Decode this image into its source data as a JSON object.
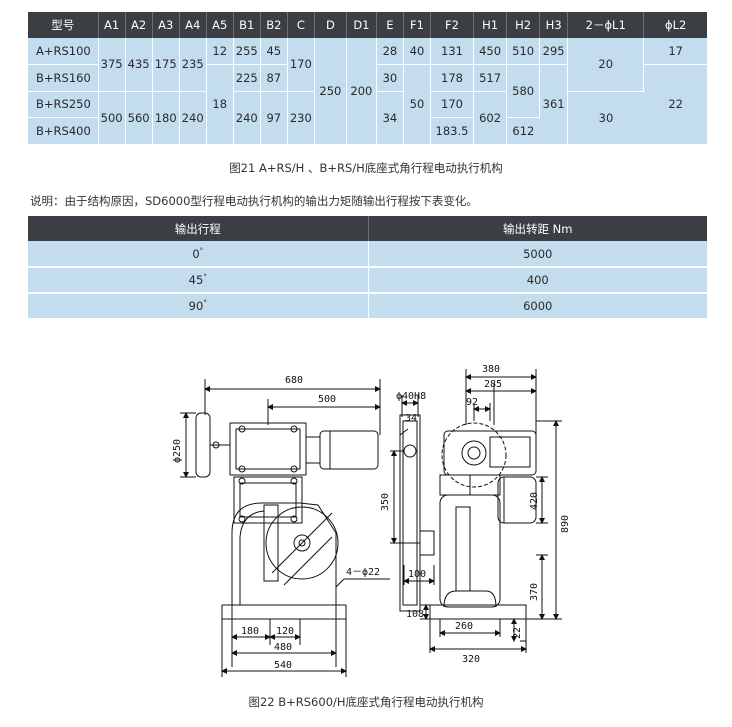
{
  "dim_table": {
    "headers": [
      "型号",
      "A1",
      "A2",
      "A3",
      "A4",
      "A5",
      "B1",
      "B2",
      "C",
      "D",
      "D1",
      "E",
      "F1",
      "F2",
      "H1",
      "H2",
      "H3",
      "2－ϕL1",
      "ϕL2"
    ],
    "models": [
      "A+RS100",
      "B+RS160",
      "B+RS250",
      "B+RS400"
    ],
    "cells": {
      "a1_1": "375",
      "a2_1": "435",
      "a3_1": "175",
      "a4_1": "235",
      "a1_2": "500",
      "a2_2": "560",
      "a3_2": "180",
      "a4_2": "240",
      "a5_1": "12",
      "a5_2": "18",
      "b1_1": "255",
      "b2_1": "45",
      "b1_2": "225",
      "b2_2": "87",
      "b1_3": "240",
      "b2_3": "97",
      "c_1": "170",
      "c_2": "230",
      "d": "250",
      "d1": "200",
      "e_1": "28",
      "e_2": "30",
      "e_3": "34",
      "f1_1": "40",
      "f1_2": "50",
      "f2_1": "131",
      "f2_2": "178",
      "f2_3": "170",
      "f2_4": "183.5",
      "h1_1": "450",
      "h1_2": "517",
      "h1_3": "602",
      "h2_1": "510",
      "h2_2": "580",
      "h2_3": "612",
      "h3_1": "295",
      "h3_2": "361",
      "l1_1": "20",
      "l1_2": "30",
      "l2_1": "17",
      "l2_2": "22"
    }
  },
  "caption1": "图21 A+RS/H 、B+RS/H底座式角行程电动执行机构",
  "note": "说明：由于结构原因，SD6000型行程电动执行机构的输出力矩随输出行程按下表变化。",
  "out_table": {
    "headers": [
      "输出行程",
      "输出转距  Nm"
    ],
    "rows": [
      {
        "stroke": "0",
        "torque": "5000"
      },
      {
        "stroke": "45",
        "torque": "400"
      },
      {
        "stroke": "90",
        "torque": "6000"
      }
    ],
    "degree": "°"
  },
  "drawing": {
    "dims": {
      "d680": "680",
      "d500": "500",
      "d250": "ϕ250",
      "d40h8": "ϕ40H8",
      "d34": "34",
      "d380": "380",
      "d285": "285",
      "d92": "92",
      "d350": "350",
      "d420": "420",
      "d890": "890",
      "d370": "370",
      "d100": "100",
      "d108": "108",
      "d260": "260",
      "d22": "22",
      "d320": "320",
      "d180": "180",
      "d120": "120",
      "d480": "480",
      "d540": "540",
      "d4phi22": "4－ϕ22"
    }
  },
  "caption2": "图22 B+RS600/H底座式角行程电动执行机构"
}
